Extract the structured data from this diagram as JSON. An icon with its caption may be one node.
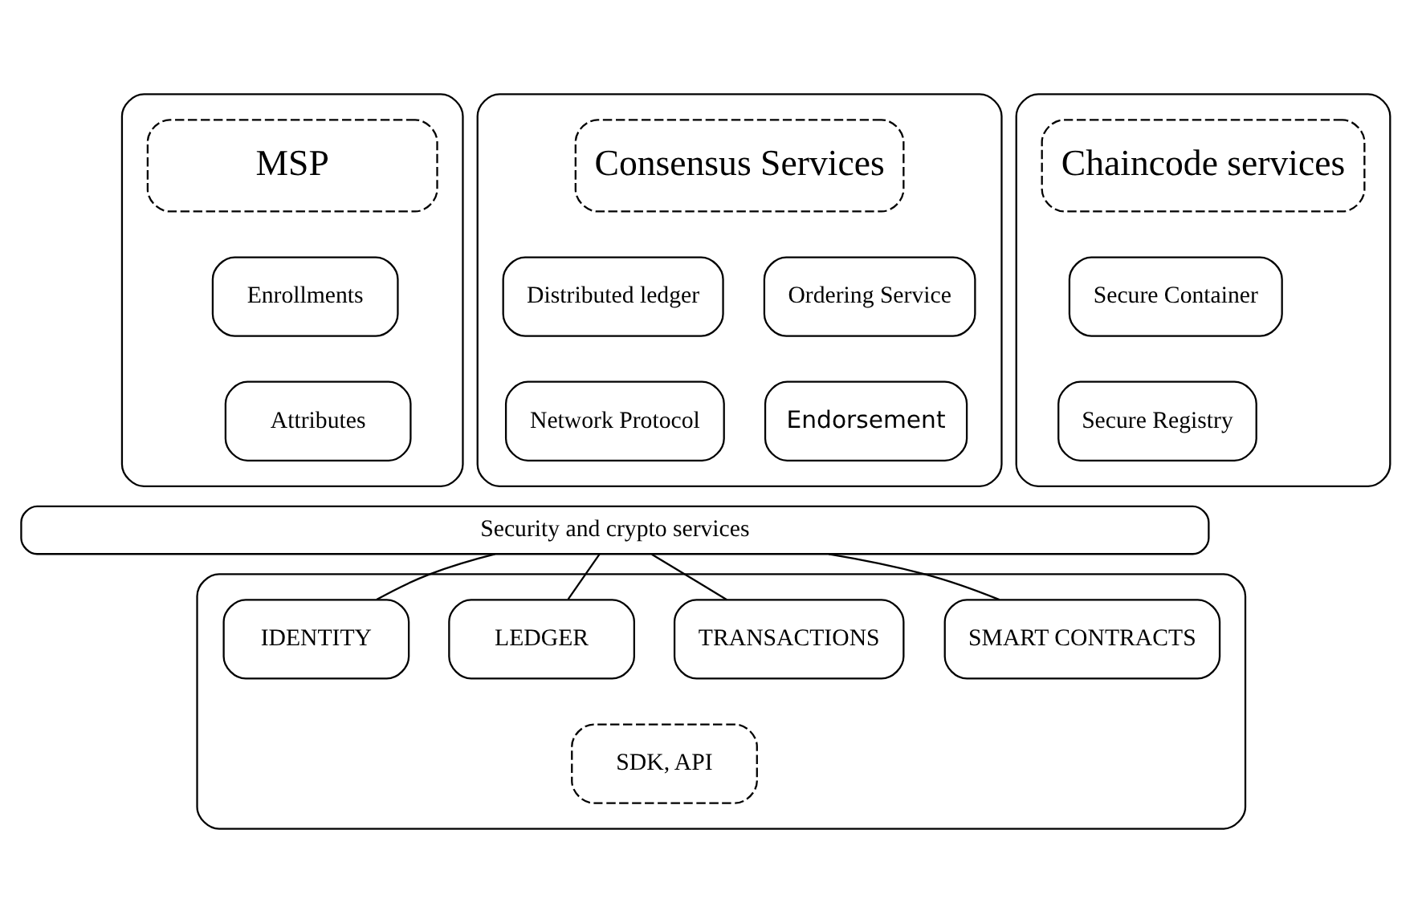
{
  "diagram": {
    "nodes": [
      {
        "text": [],
        "shape": "box"
      },
      {
        "text": [
          "MSP"
        ],
        "in": 0
      },
      {
        "text": [
          "Enrollments"
        ],
        "in": 0
      },
      {
        "text": [
          "Attributes"
        ],
        "in": 0
      },
      {
        "text": [],
        "shape": "box"
      },
      {
        "text": [
          "Consensus Services"
        ],
        "in": 4
      },
      {
        "text": [
          "Distributed ledger"
        ],
        "in": 4
      },
      {
        "text": [
          "Ordering Service"
        ],
        "in": 4
      },
      {
        "text": [
          "Network Protocol"
        ],
        "in": 4
      },
      {
        "text": [
          "Endorsement"
        ],
        "in": 4
      },
      {
        "text": [],
        "shape": "box"
      },
      {
        "text": [
          "Chaincode services"
        ],
        "in": 10
      },
      {
        "text": [
          "Secure Container"
        ],
        "in": 10
      },
      {
        "text": [
          "Secure Registry"
        ],
        "in": 10
      },
      {
        "text": [
          "Security and crypto services"
        ]
      },
      {
        "text": [],
        "shape": "box"
      },
      {
        "text": [
          "IDENTITY"
        ],
        "in": 15
      },
      {
        "text": [
          "LEDGER"
        ],
        "in": 15
      },
      {
        "text": [
          "TRANSACTIONS"
        ],
        "in": 15
      },
      {
        "text": [
          "SMART CONTRACTS"
        ],
        "in": 15
      },
      {
        "text": [
          "SDK, API"
        ],
        "in": 15
      }
    ],
    "edges": [
      {
        "from": 14,
        "to": 16,
        "arrow": "none"
      },
      {
        "from": 14,
        "to": 17,
        "arrow": "none"
      },
      {
        "from": 14,
        "to": 18,
        "arrow": "none"
      },
      {
        "from": 14,
        "to": 19,
        "arrow": "none"
      }
    ]
  }
}
